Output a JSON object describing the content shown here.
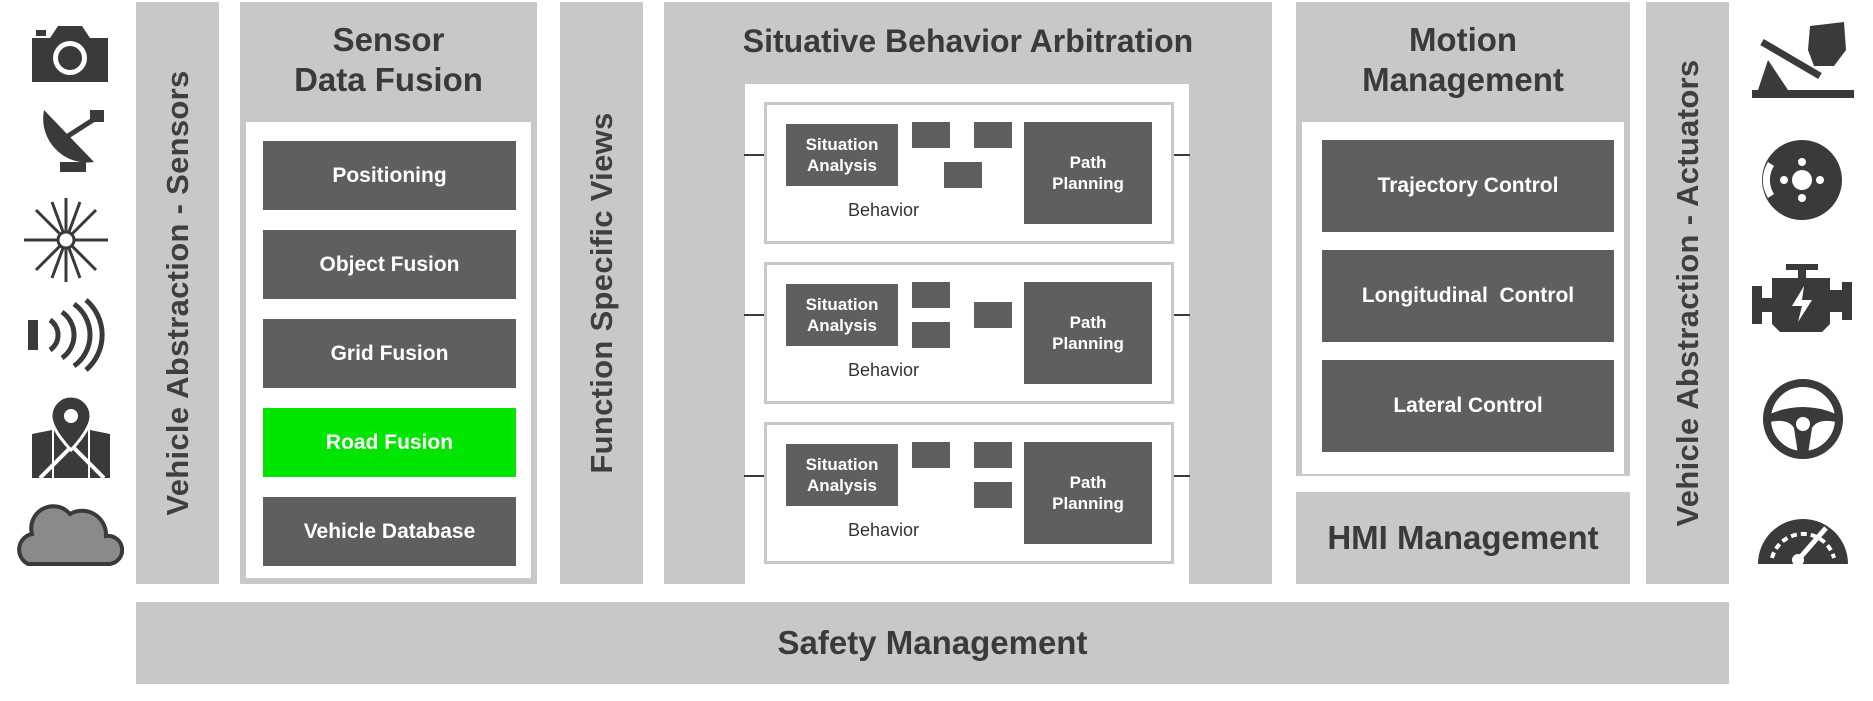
{
  "left_column": {
    "label": "Vehicle Abstraction - Sensors",
    "icons": [
      "camera-icon",
      "radar-dish-icon",
      "lidar-icon",
      "ultrasonic-icon",
      "map-pin-icon",
      "cloud-icon"
    ]
  },
  "sensor_fusion": {
    "title_line1": "Sensor",
    "title_line2": "Data Fusion",
    "items": [
      {
        "label": "Positioning"
      },
      {
        "label": "Object Fusion"
      },
      {
        "label": "Grid Fusion"
      },
      {
        "label": "Road Fusion",
        "highlight": "#00e600"
      },
      {
        "label": "Vehicle Database"
      }
    ]
  },
  "function_views": {
    "label": "Function Specific Views"
  },
  "arbitration": {
    "title": "Situative Behavior Arbitration",
    "behaviors": [
      {
        "analysis": "Situation Analysis",
        "planning": "Path Planning",
        "caption": "Behavior"
      },
      {
        "analysis": "Situation Analysis",
        "planning": "Path Planning",
        "caption": "Behavior"
      },
      {
        "analysis": "Situation Analysis",
        "planning": "Path Planning",
        "caption": "Behavior"
      }
    ]
  },
  "motion": {
    "title_line1": "Motion",
    "title_line2": "Management",
    "items": [
      {
        "label": "Trajectory Control"
      },
      {
        "label": "Longitudinal  Control"
      },
      {
        "label": "Lateral Control"
      }
    ]
  },
  "hmi": {
    "label": "HMI Management"
  },
  "right_column": {
    "label": "Vehicle Abstraction - Actuators",
    "icons": [
      "pedal-icon",
      "brake-disc-icon",
      "engine-icon",
      "steering-wheel-icon",
      "speedometer-icon"
    ]
  },
  "safety": {
    "label": "Safety Management"
  },
  "colors": {
    "panel": "#c8c8c8",
    "block": "#5f5f5f",
    "highlight": "#00e600"
  }
}
